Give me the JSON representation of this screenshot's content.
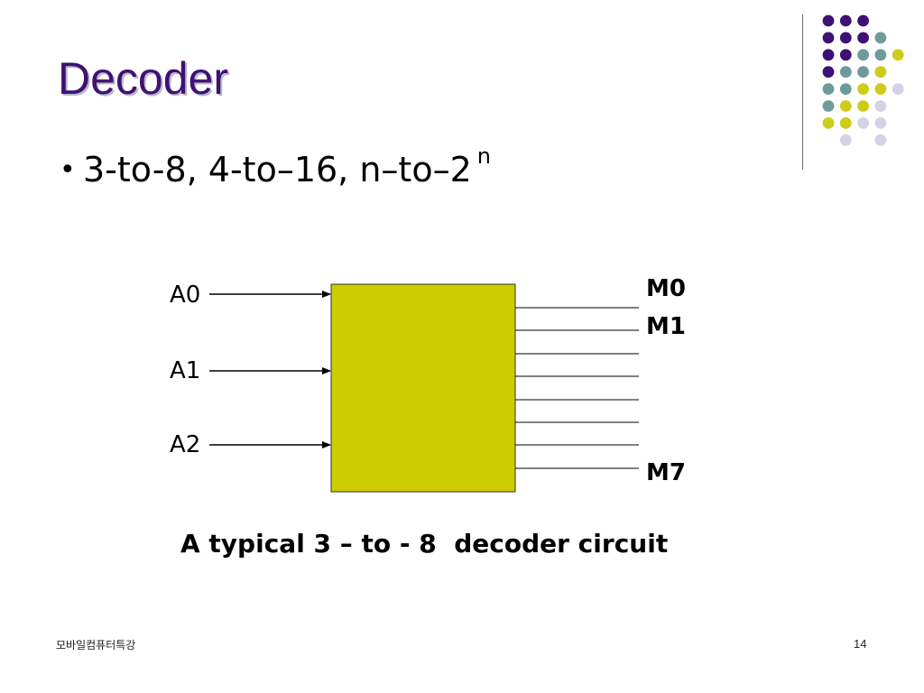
{
  "slide": {
    "title": "Decoder",
    "bullet": {
      "marker": "•",
      "text": "3-to-8,  4-to–16, n–to–2",
      "superscript": "n"
    },
    "diagram": {
      "inputs": [
        "A0",
        "A1",
        "A2"
      ],
      "outputs": [
        "M0",
        "M1",
        "M7"
      ],
      "block_color": "#cccc00",
      "output_line_count": 8
    },
    "caption": "A typical 3 – to - 8  decoder circuit",
    "footer": {
      "course": "모바일컴퓨터특강",
      "page_number": "14"
    }
  },
  "theme": {
    "title_color": "#3f1173",
    "dot_colors": {
      "purple": "#3f1173",
      "teal": "#6f9a9a",
      "lime": "#cccc1a",
      "lavender": "#d3d3e6"
    }
  }
}
